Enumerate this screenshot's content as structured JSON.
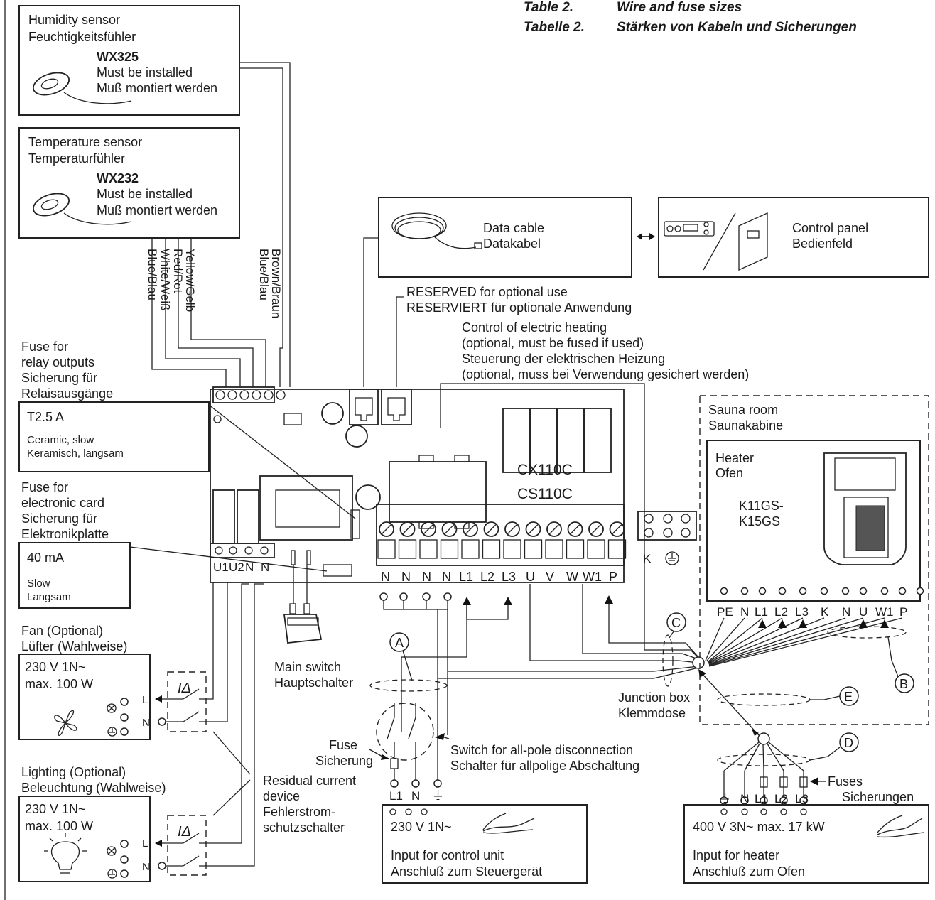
{
  "table_title": {
    "line1_label": "Table 2.",
    "line1_text": "Wire and fuse sizes",
    "line2_label": "Tabelle 2.",
    "line2_text": "Stärken von Kabeln und Sicherungen"
  },
  "humidity_sensor": {
    "title_en": "Humidity sensor",
    "title_de": "Feuchtigkeitsfühler",
    "model": "WX325",
    "note_en": "Must be installed",
    "note_de": "Muß montiert werden"
  },
  "temperature_sensor": {
    "title_en": "Temperature sensor",
    "title_de": "Temperaturfühler",
    "model": "WX232",
    "note_en": "Must be installed",
    "note_de": "Muß montiert werden"
  },
  "wire_colors": {
    "brown": "Brown/Braun",
    "blue_right": "Blue/Blau",
    "yellow": "Yellow/Gelb",
    "red": "Red/Rot",
    "white": "White/Weiß",
    "blue_left": "Blue/Blau"
  },
  "data_cable": {
    "en": "Data cable",
    "de": "Datakabel"
  },
  "control_panel": {
    "en": "Control panel",
    "de": "Bedienfeld"
  },
  "reserved": {
    "en": "RESERVED for optional use",
    "de": "RESERVIERT für optionale Anwendung"
  },
  "electric_heating": {
    "line1": "Control of electric heating",
    "line2": "(optional, must be fused if used)",
    "line3": "Steuerung der elektrischen Heizung",
    "line4": "(optional, muss bei Verwendung gesichert werden)"
  },
  "fuse_relay": {
    "line1": "Fuse for",
    "line2": "relay outputs",
    "line3": "Sicherung für",
    "line4": "Relaisausgänge",
    "rating": "T2.5 A",
    "type_en": "Ceramic, slow",
    "type_de": "Keramisch, langsam"
  },
  "fuse_card": {
    "line1": "Fuse for",
    "line2": "electronic card",
    "line3": "Sicherung für",
    "line4": "Elektronikplatte",
    "rating": "40 mA",
    "type_en": "Slow",
    "type_de": "Langsam"
  },
  "board": {
    "model1": "CX110C",
    "model2": "CS110C",
    "terminals_left": [
      "U1",
      "U2",
      "N",
      "N"
    ],
    "terminals_main": [
      "N",
      "N",
      "N",
      "N",
      "L1",
      "L2",
      "L3",
      "U",
      "V",
      "W",
      "W1",
      "P"
    ],
    "junction_k": "K"
  },
  "main_switch": {
    "en": "Main switch",
    "de": "Hauptschalter"
  },
  "fan": {
    "title_en": "Fan (Optional)",
    "title_de": "Lüfter (Wahlweise)",
    "voltage": "230 V 1N~",
    "power": "max. 100 W",
    "l": "L",
    "n": "N"
  },
  "lighting": {
    "title_en": "Lighting (Optional)",
    "title_de": "Beleuchtung (Wahlweise)",
    "voltage": "230 V 1N~",
    "power": "max. 100 W",
    "l": "L",
    "n": "N"
  },
  "rcd": {
    "symbol": "IΔ",
    "line1": "Residual current",
    "line2": "device",
    "line3": "Fehlerstrom-",
    "line4": "schutzschalter"
  },
  "fuse_single": {
    "en": "Fuse",
    "de": "Sicherung"
  },
  "switch_allpole": {
    "en": "Switch for all-pole disconnection",
    "de": "Schalter für allpolige Abschaltung"
  },
  "supply_terminals": [
    "L1",
    "N",
    "⏚"
  ],
  "control_input": {
    "voltage": "230 V 1N~",
    "en": "Input for control unit",
    "de": "Anschluß zum Steuergerät"
  },
  "junction_box": {
    "en": "Junction box",
    "de": "Klemmdose"
  },
  "sauna": {
    "room_en": "Sauna room",
    "room_de": "Saunakabine",
    "heater_en": "Heater",
    "heater_de": "Ofen",
    "model1": "K11GS-",
    "model2": "K15GS",
    "terminals": [
      "PE",
      "N",
      "L1",
      "L2",
      "L3",
      "K",
      "N",
      "U",
      "W1",
      "P"
    ]
  },
  "fuses_multi": {
    "en": "Fuses",
    "de": "Sicherungen"
  },
  "heater_supply_terminals": [
    "⏚",
    "N",
    "L1",
    "L2",
    "L3"
  ],
  "heater_input": {
    "voltage": "400 V 3N~  max. 17 kW",
    "en": "Input for heater",
    "de": "Anschluß zum Ofen"
  },
  "callouts": [
    "A",
    "B",
    "C",
    "D",
    "E"
  ]
}
